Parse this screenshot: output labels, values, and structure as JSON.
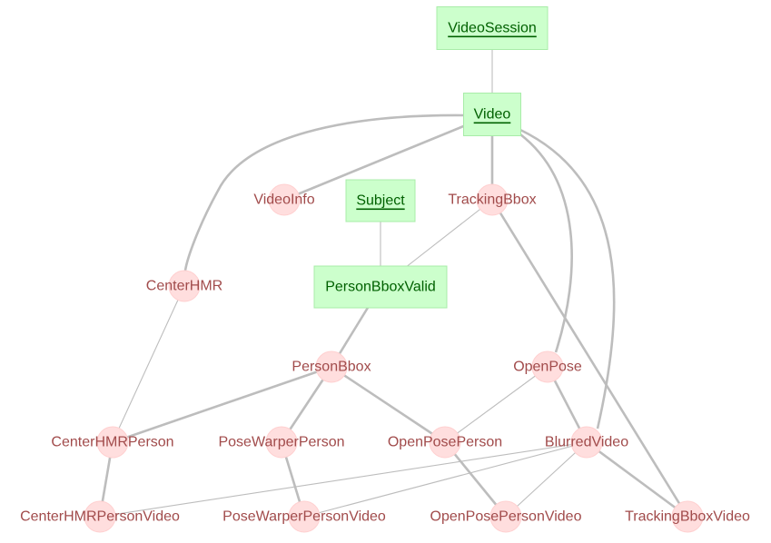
{
  "colors": {
    "table_fill": "#ccffcc",
    "table_border": "#a8eca8",
    "table_text": "#006000",
    "part_fill": "#ffdede",
    "part_text": "#a14b4b",
    "edge": "#bdbdbd"
  },
  "nodes": [
    {
      "id": "videosession",
      "label": "VideoSession",
      "kind": "table",
      "underline": true
    },
    {
      "id": "video",
      "label": "Video",
      "kind": "table",
      "underline": true
    },
    {
      "id": "videoinfo",
      "label": "VideoInfo",
      "kind": "part"
    },
    {
      "id": "subject",
      "label": "Subject",
      "kind": "table",
      "underline": true
    },
    {
      "id": "trackingbbox",
      "label": "TrackingBbox",
      "kind": "part"
    },
    {
      "id": "centerhmr",
      "label": "CenterHMR",
      "kind": "part"
    },
    {
      "id": "personbboxvalid",
      "label": "PersonBboxValid",
      "kind": "table",
      "underline": false
    },
    {
      "id": "personbbox",
      "label": "PersonBbox",
      "kind": "part"
    },
    {
      "id": "openpose",
      "label": "OpenPose",
      "kind": "part"
    },
    {
      "id": "centerhmrperson",
      "label": "CenterHMRPerson",
      "kind": "part"
    },
    {
      "id": "posewarperperson",
      "label": "PoseWarperPerson",
      "kind": "part"
    },
    {
      "id": "openposeperson",
      "label": "OpenPosePerson",
      "kind": "part"
    },
    {
      "id": "blurredvideo",
      "label": "BlurredVideo",
      "kind": "part"
    },
    {
      "id": "centerhmrpersonvideo",
      "label": "CenterHMRPersonVideo",
      "kind": "part"
    },
    {
      "id": "posewarperpersonvideo",
      "label": "PoseWarperPersonVideo",
      "kind": "part"
    },
    {
      "id": "openposepersonvideo",
      "label": "OpenPosePersonVideo",
      "kind": "part"
    },
    {
      "id": "trackingbboxvideo",
      "label": "TrackingBboxVideo",
      "kind": "part"
    }
  ],
  "edges": [
    {
      "from": "videosession",
      "to": "video",
      "style": "thin"
    },
    {
      "from": "video",
      "to": "centerhmr",
      "style": "thick"
    },
    {
      "from": "video",
      "to": "videoinfo",
      "style": "thick"
    },
    {
      "from": "video",
      "to": "trackingbbox",
      "style": "thick"
    },
    {
      "from": "video",
      "to": "openpose",
      "style": "thick"
    },
    {
      "from": "video",
      "to": "blurredvideo",
      "style": "thick"
    },
    {
      "from": "subject",
      "to": "personbboxvalid",
      "style": "thin"
    },
    {
      "from": "trackingbbox",
      "to": "personbboxvalid",
      "style": "thin"
    },
    {
      "from": "trackingbbox",
      "to": "trackingbboxvideo",
      "style": "thick"
    },
    {
      "from": "personbboxvalid",
      "to": "personbbox",
      "style": "thick"
    },
    {
      "from": "centerhmr",
      "to": "centerhmrperson",
      "style": "thin"
    },
    {
      "from": "personbbox",
      "to": "centerhmrperson",
      "style": "thick"
    },
    {
      "from": "personbbox",
      "to": "posewarperperson",
      "style": "thick"
    },
    {
      "from": "personbbox",
      "to": "openposeperson",
      "style": "thick"
    },
    {
      "from": "openpose",
      "to": "openposeperson",
      "style": "thin"
    },
    {
      "from": "openpose",
      "to": "blurredvideo",
      "style": "thick"
    },
    {
      "from": "centerhmrperson",
      "to": "centerhmrpersonvideo",
      "style": "thick"
    },
    {
      "from": "posewarperperson",
      "to": "posewarperpersonvideo",
      "style": "thick"
    },
    {
      "from": "openposeperson",
      "to": "openposepersonvideo",
      "style": "thick"
    },
    {
      "from": "blurredvideo",
      "to": "centerhmrpersonvideo",
      "style": "thin"
    },
    {
      "from": "blurredvideo",
      "to": "posewarperpersonvideo",
      "style": "thin"
    },
    {
      "from": "blurredvideo",
      "to": "openposepersonvideo",
      "style": "thin"
    },
    {
      "from": "blurredvideo",
      "to": "trackingbboxvideo",
      "style": "thick"
    }
  ]
}
